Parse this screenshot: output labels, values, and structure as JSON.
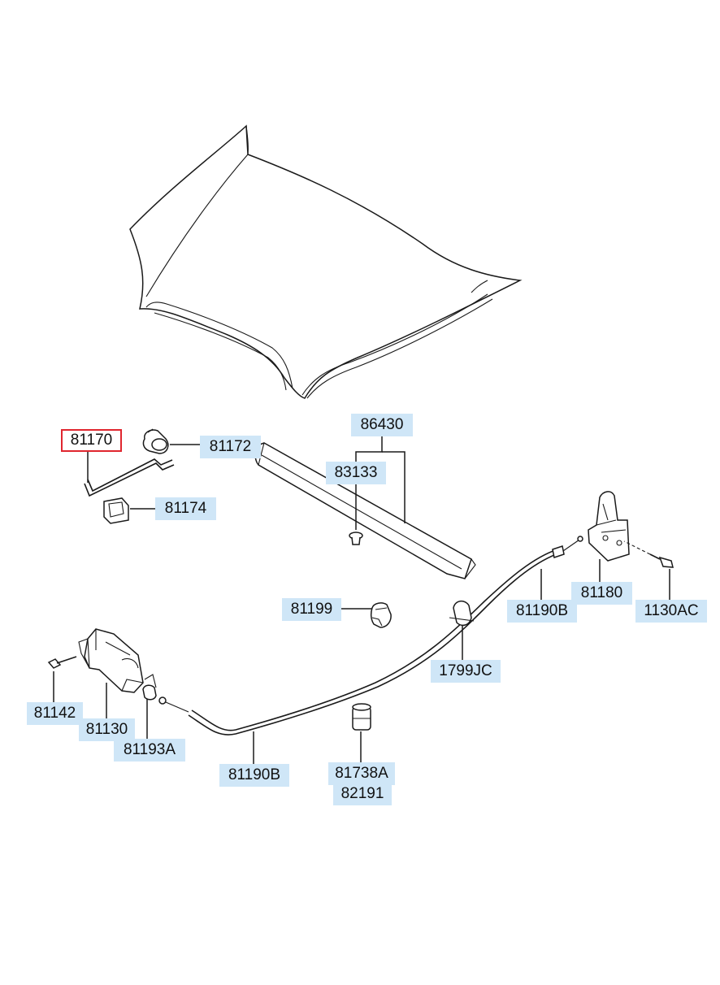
{
  "diagram": {
    "labels": {
      "l81170": "81170",
      "l81172": "81172",
      "l81174": "81174",
      "l86430": "86430",
      "l83133": "83133",
      "l81199": "81199",
      "l81180": "81180",
      "l81190b_top": "81190B",
      "l1130ac": "1130AC",
      "l1799jc": "1799JC",
      "l81142": "81142",
      "l81130": "81130",
      "l81193a": "81193A",
      "l81190b_bottom": "81190B",
      "l81738a": "81738A",
      "l82191": "82191"
    },
    "selected_part": "81170",
    "colors": {
      "label_background": "#cfe6f7",
      "selected_border": "#e0262f",
      "line": "#1a1a1a"
    }
  }
}
